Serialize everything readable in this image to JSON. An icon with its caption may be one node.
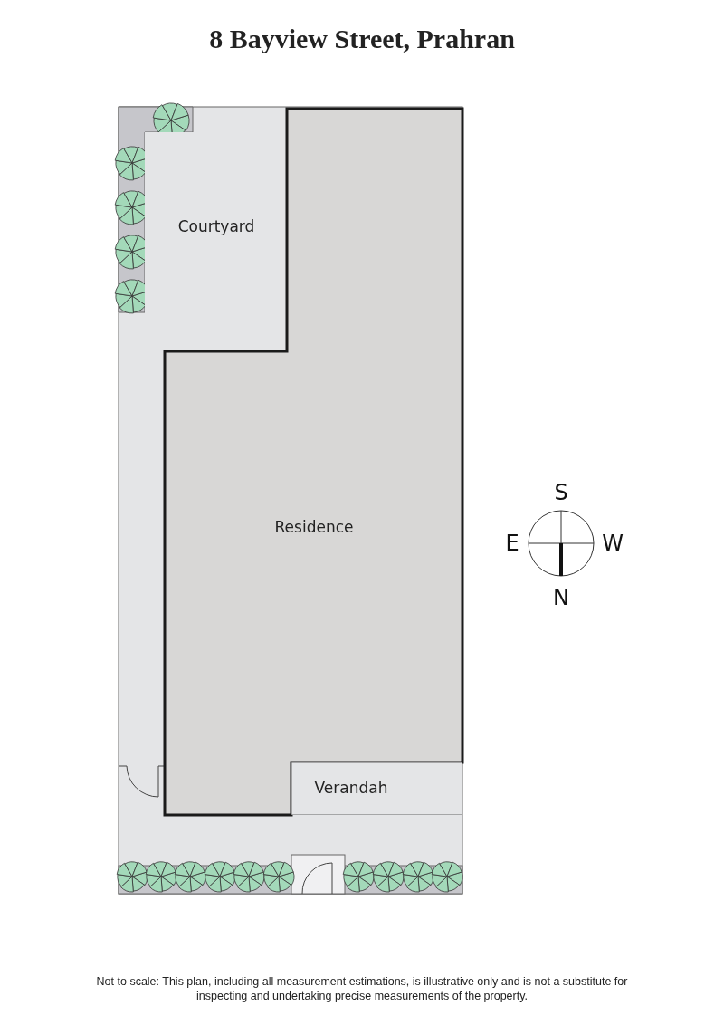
{
  "diagram": {
    "title": "8 Bayview Street, Prahran",
    "nodes": [
      {
        "text": [
          "Courtyard"
        ]
      },
      {
        "text": [
          "Residence"
        ]
      },
      {
        "text": [
          "Verandah"
        ]
      }
    ],
    "labels": [
      "S",
      "E",
      "W",
      "N"
    ],
    "caption": "Not to scale: This plan, including all measurement estimations, is illustrative only and is not a substitute for inspecting and undertaking precise measurements of the property."
  }
}
